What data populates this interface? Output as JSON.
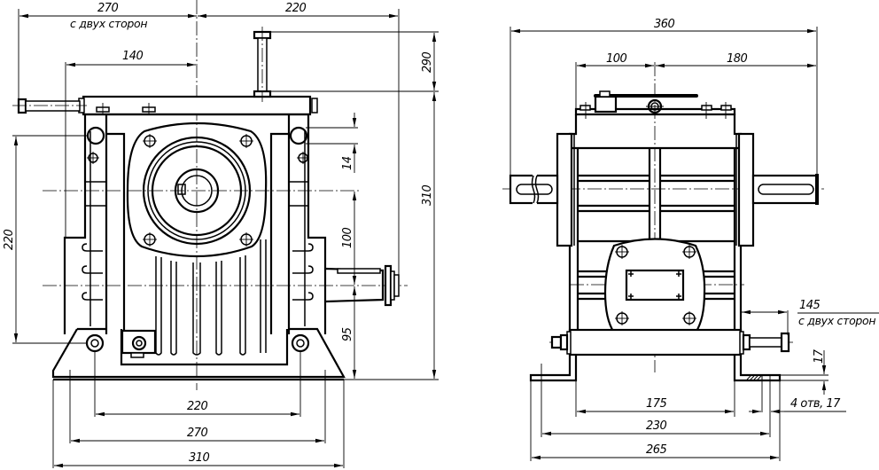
{
  "drawing": {
    "title": "Worm gear reducer — general arrangement drawing (two views)",
    "line_color": "#000000",
    "background": "#ffffff"
  },
  "front_view": {
    "dimensions": {
      "overall_width_left": "270",
      "overall_width_left_note": "с двух сторон",
      "width_right": "220",
      "handle_offset": "140",
      "top_shaft_height": "290",
      "total_height": "310",
      "hole_spacing_vertical": "14",
      "axis_to_axis": "100",
      "axis_height": "95",
      "left_height": "220",
      "base_holes": "220",
      "base_mid": "270",
      "base_total": "310"
    }
  },
  "side_view": {
    "dimensions": {
      "overall_length": "360",
      "left_to_axis": "100",
      "axis_to_right": "180",
      "shaft_extension": "145",
      "shaft_extension_note": "с двух сторон",
      "foot_thickness": "17",
      "holes_note": "4 отв, 17",
      "foot_inner": "175",
      "foot_holes": "230",
      "foot_total": "265"
    }
  }
}
